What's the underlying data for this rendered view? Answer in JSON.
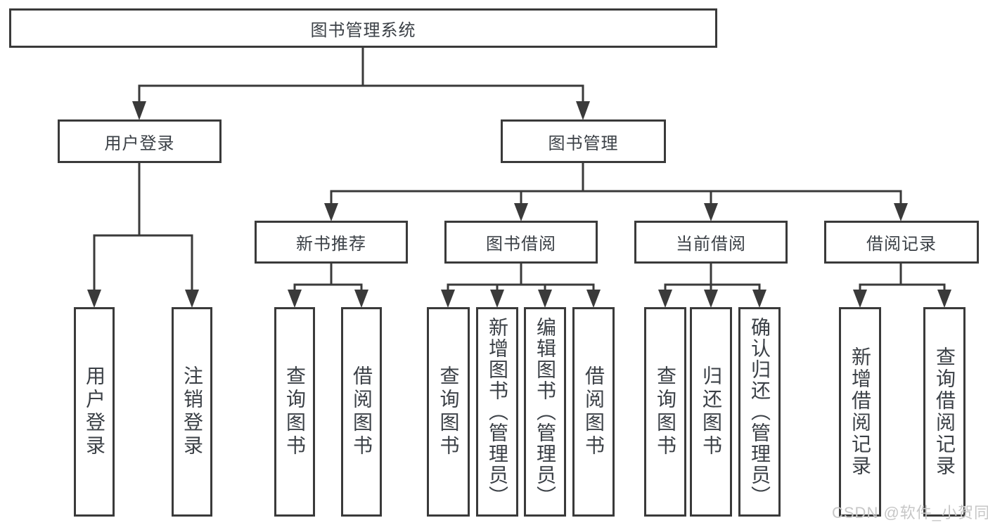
{
  "diagram": {
    "title": "图书管理系统",
    "level2": {
      "user_login": "用户登录",
      "book_mgmt": "图书管理"
    },
    "level3": {
      "new_book": "新书推荐",
      "book_borrow": "图书借阅",
      "current_borrow": "当前借阅",
      "borrow_record": "借阅记录"
    },
    "leaves": {
      "user_login": [
        "用户登录",
        "注销登录"
      ],
      "new_book": [
        "查询图书",
        "借阅图书"
      ],
      "book_borrow": [
        "查询图书",
        "新增图书（管理员）",
        "编辑图书（管理员）",
        "借阅图书"
      ],
      "current_borrow": [
        "查询图书",
        "归还图书",
        "确认归还（管理员）"
      ],
      "borrow_record": [
        "新增借阅记录",
        "查询借阅记录"
      ]
    },
    "watermark": "CSDN @软件_小贺同学",
    "colors": {
      "line": "#3a3a3a",
      "text": "#3b4046",
      "watermark": "#c7c7c7",
      "background": "#ffffff"
    }
  }
}
